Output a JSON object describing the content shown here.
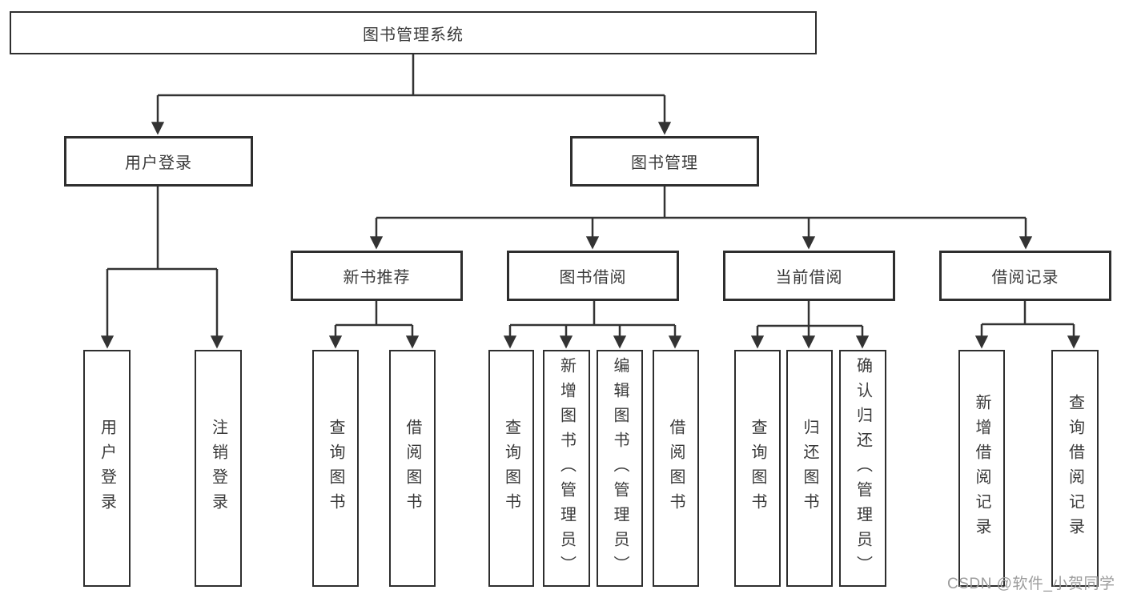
{
  "colors": {
    "line": "#333333",
    "border": "#2e2e2e",
    "text": "#3a3a3a",
    "background": "#ffffff",
    "watermark": "#9c9c9c"
  },
  "nodes": {
    "root": "图书管理系统",
    "user_login": "用户登录",
    "book_mgmt": "图书管理",
    "new_book_rec": "新书推荐",
    "book_borrow": "图书借阅",
    "current_borrow": "当前借阅",
    "borrow_records": "借阅记录",
    "leaves_user_login": [
      "用户登录",
      "注销登录"
    ],
    "leaves_new_book_rec": [
      "查询图书",
      "借阅图书"
    ],
    "leaves_book_borrow": [
      "查询图书",
      "新增图书（管理员）",
      "编辑图书（管理员）",
      "借阅图书"
    ],
    "leaves_current_borrow": [
      "查询图书",
      "归还图书",
      "确认归还（管理员）"
    ],
    "leaves_borrow_records": [
      "新增借阅记录",
      "查询借阅记录"
    ]
  },
  "watermark": "CSDN @软件_小贺同学"
}
